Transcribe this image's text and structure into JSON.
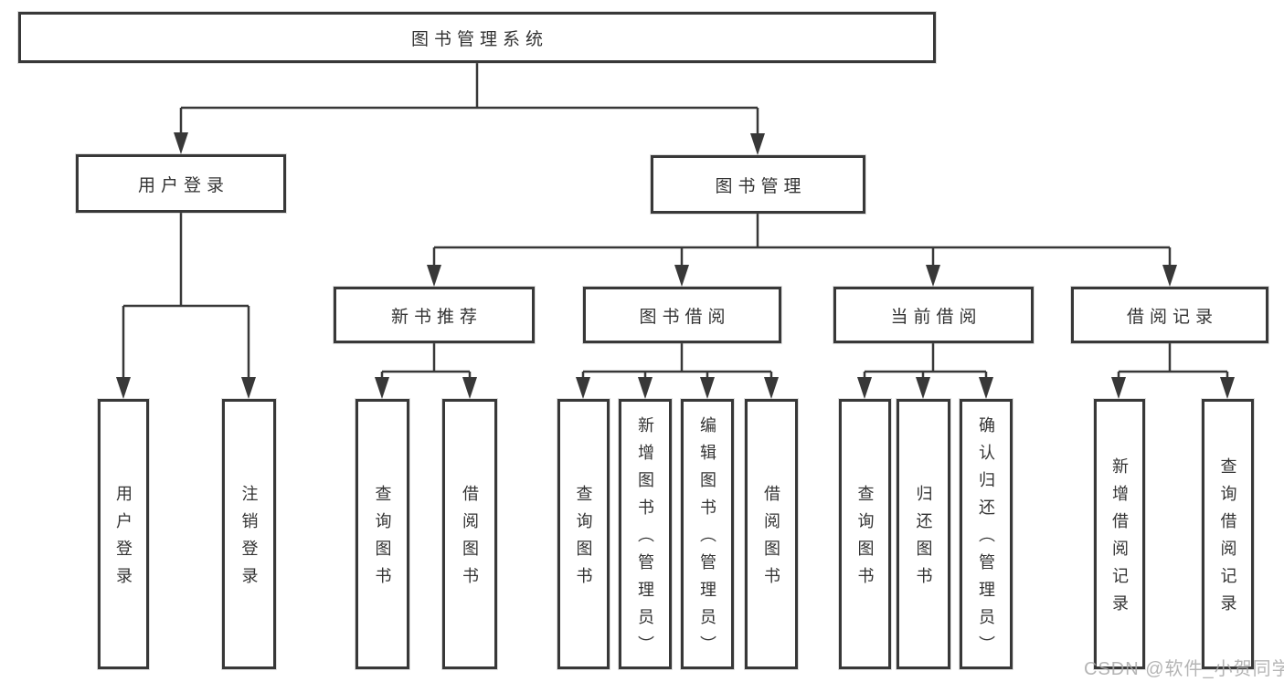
{
  "diagram": {
    "root": {
      "label": "图书管理系统"
    },
    "branches": [
      {
        "label": "用户登录",
        "children": [
          {
            "label": "用户登录"
          },
          {
            "label": "注销登录"
          }
        ]
      },
      {
        "label": "图书管理",
        "children": [
          {
            "label": "新书推荐",
            "children": [
              {
                "label": "查询图书"
              },
              {
                "label": "借阅图书"
              }
            ]
          },
          {
            "label": "图书借阅",
            "children": [
              {
                "label": "查询图书"
              },
              {
                "label": "新增图书（管理员）"
              },
              {
                "label": "编辑图书（管理员）"
              },
              {
                "label": "借阅图书"
              }
            ]
          },
          {
            "label": "当前借阅",
            "children": [
              {
                "label": "查询图书"
              },
              {
                "label": "归还图书"
              },
              {
                "label": "确认归还（管理员）"
              }
            ]
          },
          {
            "label": "借阅记录",
            "children": [
              {
                "label": "新增借阅记录"
              },
              {
                "label": "查询借阅记录"
              }
            ]
          }
        ]
      }
    ]
  },
  "watermark": {
    "text": "CSDN @软件_小贺同学"
  },
  "colors": {
    "line": "#383838",
    "box_border": "#383838",
    "box_background": "#ffffff",
    "text": "#333333",
    "watermark": "#a8a8a8",
    "background": "#ffffff"
  }
}
